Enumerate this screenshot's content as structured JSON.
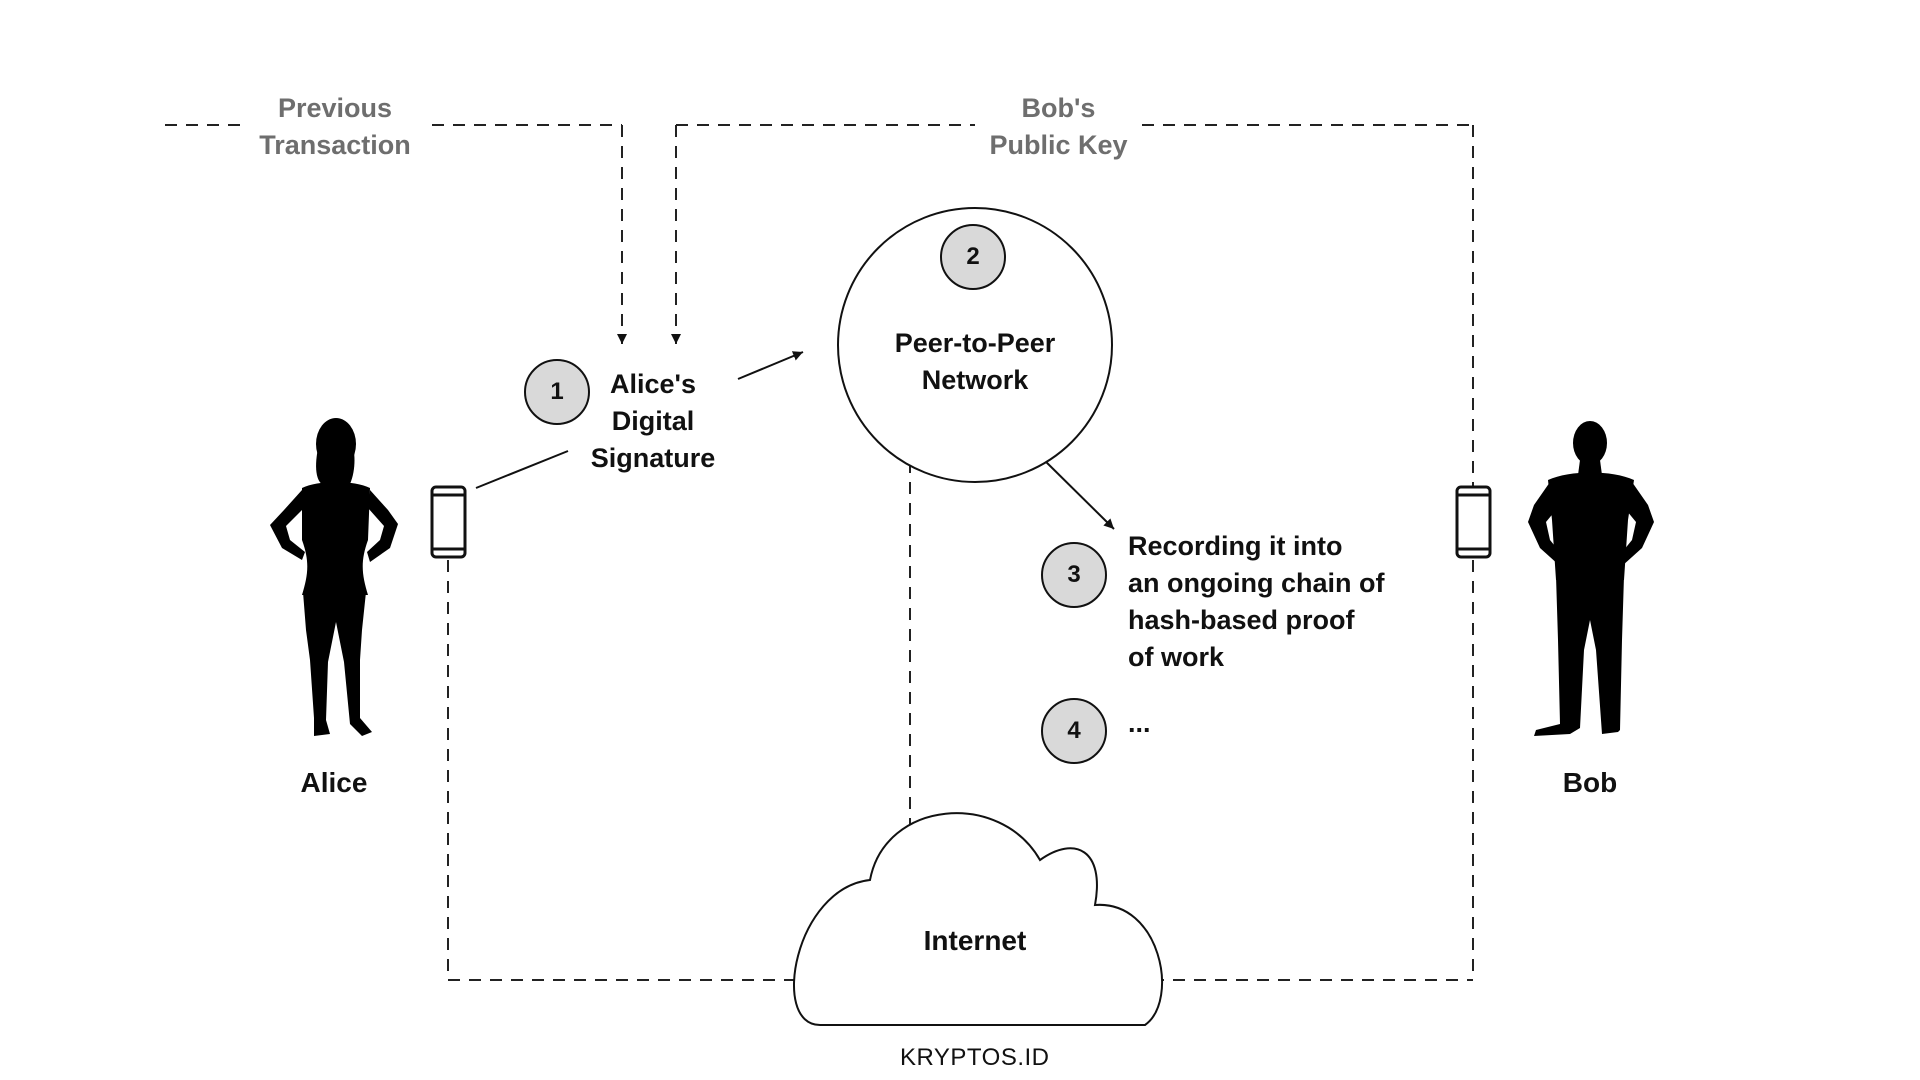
{
  "labels": {
    "previous_transaction": [
      "Previous",
      "Transaction"
    ],
    "bobs_public_key": [
      "Bob's",
      "Public Key"
    ],
    "alices_signature": [
      "Alice's",
      "Digital",
      "Signature"
    ],
    "p2p_network": [
      "Peer-to-Peer",
      "Network"
    ],
    "recording": [
      "Recording it into",
      "an ongoing chain of",
      "hash-based proof",
      "of work"
    ],
    "step4_text": "...",
    "alice": "Alice",
    "bob": "Bob",
    "internet": "Internet",
    "watermark": "KRYPTOS.ID"
  },
  "steps": [
    "1",
    "2",
    "3",
    "4"
  ],
  "icons": [
    "alice-silhouette-icon",
    "bob-silhouette-icon",
    "alice-phone-icon",
    "bob-phone-icon",
    "cloud-icon"
  ],
  "colors": {
    "step_badge": "#d9d9d9",
    "grey_label": "#6e6e6e",
    "ink": "#111111"
  }
}
